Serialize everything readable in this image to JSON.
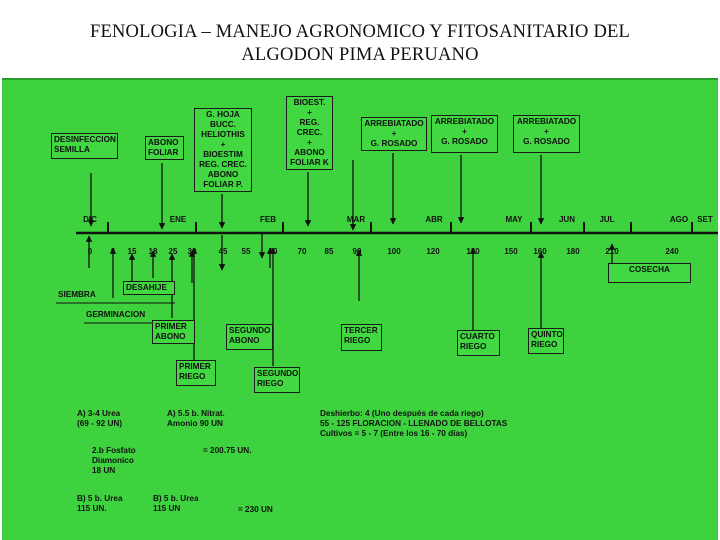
{
  "title_line1": "FENOLOGIA – MANEJO AGRONOMICO Y FITOSANITARIO DEL",
  "title_line2": "ALGODON PIMA PERUANO",
  "months": [
    "DIC",
    "ENE",
    "FEB",
    "MAR",
    "ABR",
    "MAY",
    "JUN",
    "JUL",
    "AGO",
    "SET"
  ],
  "days": [
    "0",
    "6",
    "15",
    "18",
    "25",
    "30",
    "45",
    "55",
    "60",
    "70",
    "85",
    "90",
    "100",
    "120",
    "130",
    "150",
    "160",
    "180",
    "210",
    "240"
  ],
  "top_boxes": {
    "desinfeccion": "DESINFECCION\nSEMILLA",
    "abono_foliar": "ABONO\nFOLIAR",
    "g_hoja": "G. HOJA\nBUCC.\nHELIOTHIS\n+\nBIOESTIM\nREG. CREC.\nABONO\nFOLIAR P.",
    "bioest": "BIOEST.\n+\nREG.\nCREC.\n+\nABONO\nFOLIAR K",
    "arrebiatado1": "ARREBIATADO\n+\nG. ROSADO",
    "arrebiatado2": "ARREBIATADO\n+\nG. ROSADO",
    "arrebiatado3": "ARREBIATADO\n+\nG. ROSADO"
  },
  "lower": {
    "siembra": "SIEMBRA",
    "desahije": "DESAHIJE",
    "germinacion": "GERMINACION",
    "primer_abono": "PRIMER\nABONO",
    "segundo_abono": "SEGUNDO\nABONO",
    "tercer_riego": "TERCER\nRIEGO",
    "cuarto_riego": "CUARTO\nRIEGO",
    "quinto_riego": "QUINTO\nRIEGO",
    "cosecha": "COSECHA",
    "primer_riego": "PRIMER\nRIEGO",
    "segundo_riego": "SEGUNDO\nRIEGO"
  },
  "notes": {
    "a_urea": "A) 3-4 Urea\n   (69 - 92 UN)",
    "a_nitrat": "A)   5.5 b. Nitrat.\n       Amonio  90  UN",
    "fosfato": "2.b  Fosfato\n        Diamonico\n        18 UN",
    "total_a": "= 200.75 UN.",
    "b_urea1": "B)  5 b. Urea\n      115 UN.",
    "b_urea2": "B) 5 b. Urea\n    115 UN",
    "total_b": "= 230 UN",
    "deshierbo": "Deshierbo: 4 (Uno después de cada riego)\n55 - 125 FLORACION -  LLENADO DE BELLOTAS\nCultivos = 5 - 7 (Entre los 16 - 70 días)"
  }
}
